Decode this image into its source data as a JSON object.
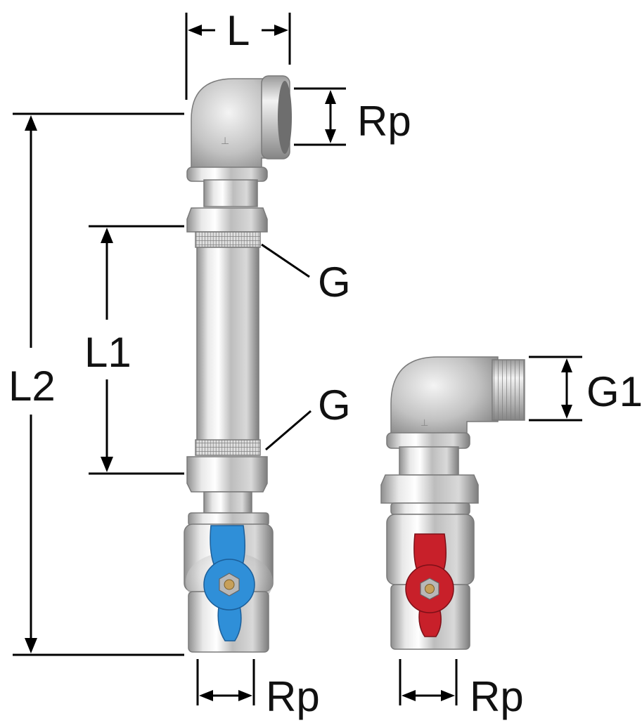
{
  "labels": {
    "L": "L",
    "Rp_top": "Rp",
    "G_upper": "G",
    "L1": "L1",
    "L2": "L2",
    "G_lower": "G",
    "G1": "G1",
    "Rp_bottom_left": "Rp",
    "Rp_bottom_right": "Rp"
  },
  "colors": {
    "left_valve_handle": "#2f8fd8",
    "right_valve_handle": "#c8202a",
    "dimension_lines": "#000000",
    "fitting_metal": "#c8c8c8"
  },
  "icons": {
    "arrow": "filled-triangle-arrowhead"
  }
}
